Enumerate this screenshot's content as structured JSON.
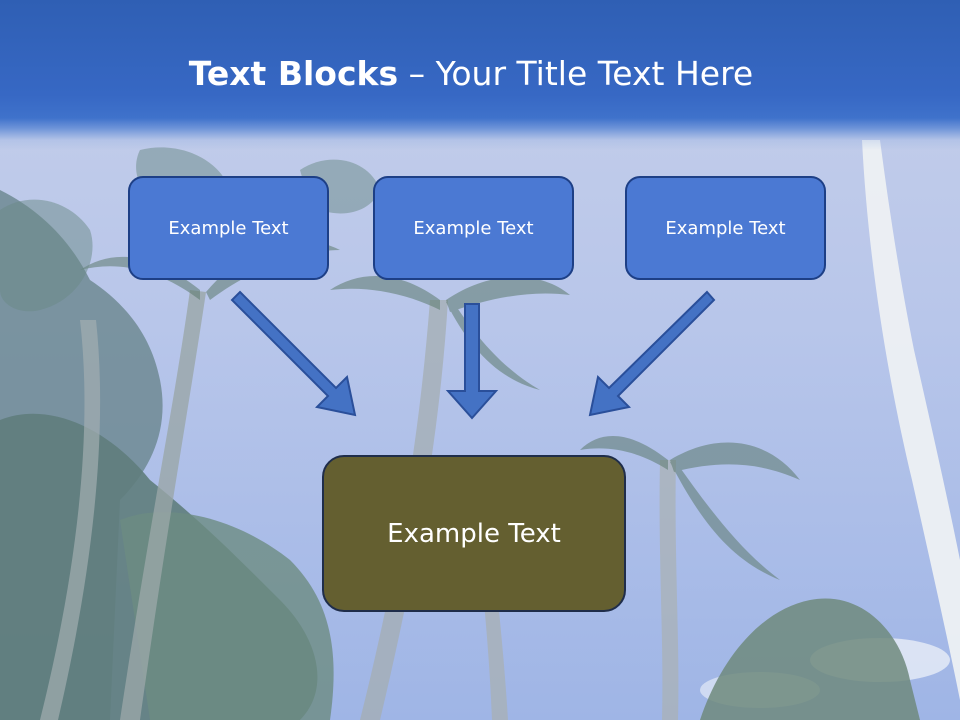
{
  "slide": {
    "title_bold": "Text Blocks",
    "title_rest": " – Your Title Text Here"
  },
  "diagram": {
    "top_boxes": [
      {
        "label": "Example Text"
      },
      {
        "label": "Example Text"
      },
      {
        "label": "Example Text"
      }
    ],
    "center_box": {
      "label": "Example Text"
    }
  },
  "colors": {
    "title_bar": "#3768c4",
    "box_fill": "#4b79d3",
    "box_border": "#1d3f86",
    "center_fill": "#645f30",
    "arrow_fill": "#4472c4",
    "arrow_stroke": "#2a4f9a"
  }
}
